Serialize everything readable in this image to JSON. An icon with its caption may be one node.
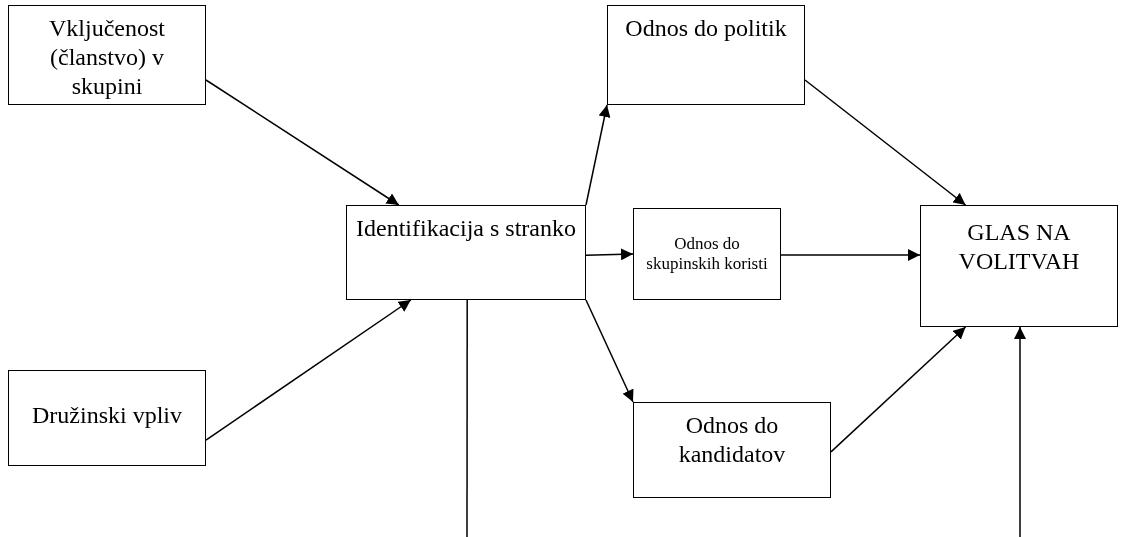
{
  "diagram": {
    "nodes": [
      {
        "text": [
          "Vključenost (članstvo) v skupini"
        ]
      },
      {
        "text": [
          "Družinski vpliv"
        ]
      },
      {
        "text": [
          "Identifikacija s stranko"
        ]
      },
      {
        "text": [
          "Odnos do politik"
        ]
      },
      {
        "text": [
          "Odnos do skupinskih koristi"
        ]
      },
      {
        "text": [
          "Odnos do kandidatov"
        ]
      },
      {
        "text": [
          "GLAS NA VOLITVAH"
        ]
      }
    ],
    "edges": [
      {
        "from": 0,
        "to": 2,
        "arrow": "to"
      },
      {
        "from": 1,
        "to": 2,
        "arrow": "to"
      },
      {
        "from": 2,
        "to": 3,
        "arrow": "to"
      },
      {
        "from": 2,
        "to": 4,
        "arrow": "to"
      },
      {
        "from": 2,
        "to": 5,
        "arrow": "to"
      },
      {
        "from": 3,
        "to": 6,
        "arrow": "to"
      },
      {
        "from": 4,
        "to": 6,
        "arrow": "to"
      },
      {
        "from": 5,
        "to": 6,
        "arrow": "to"
      },
      {
        "from": 2,
        "to": null,
        "arrow": "none"
      },
      {
        "from": null,
        "to": 6,
        "arrow": "to"
      }
    ]
  }
}
